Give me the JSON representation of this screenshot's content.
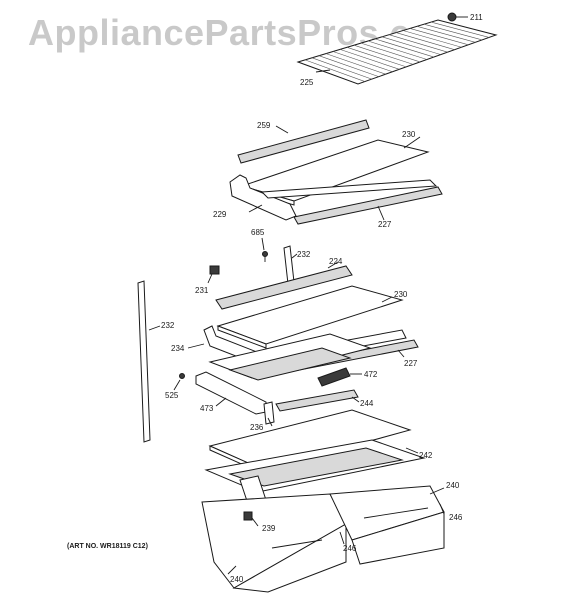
{
  "watermark": "AppliancePartsPros.com",
  "art_number": "(ART NO. WR18119 C12)",
  "callouts": {
    "c211": "211",
    "c225": "225",
    "c259": "259",
    "c230a": "230",
    "c229": "229",
    "c227a": "227",
    "c685": "685",
    "c232a": "232",
    "c224": "224",
    "c231": "231",
    "c230b": "230",
    "c232b": "232",
    "c234": "234",
    "c227b": "227",
    "c472": "472",
    "c525": "525",
    "c473": "473",
    "c244": "244",
    "c236": "236",
    "c242": "242",
    "c240a": "240",
    "c246a": "246",
    "c239": "239",
    "c246b": "246",
    "c240b": "240"
  }
}
